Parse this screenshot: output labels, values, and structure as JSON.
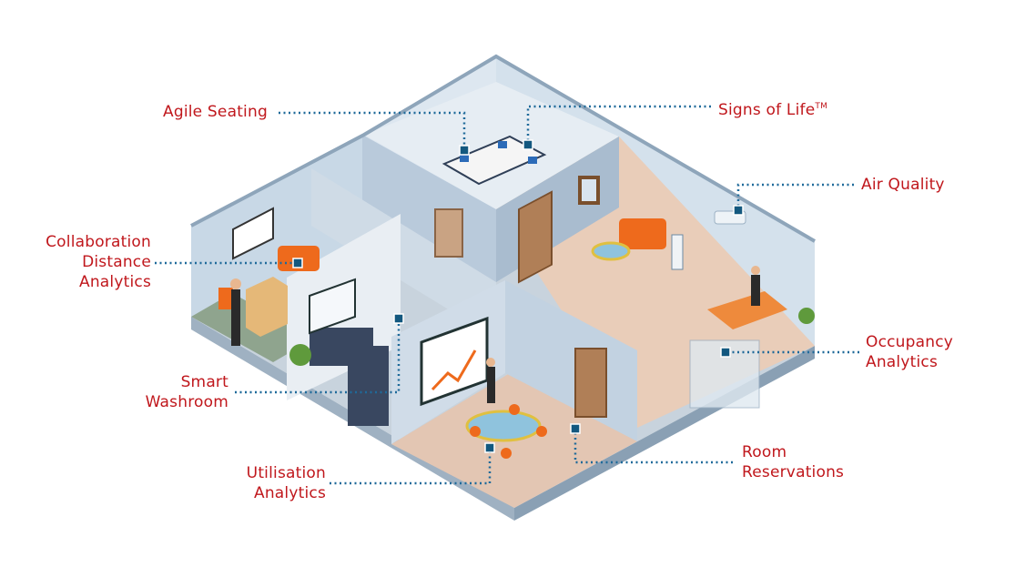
{
  "labels": {
    "agile_seating": "Agile Seating",
    "signs_of_life": "Signs of Life",
    "signs_of_life_mark": "TM",
    "air_quality": "Air Quality",
    "collaboration": [
      "Collaboration",
      "Distance",
      "Analytics"
    ],
    "occupancy": [
      "Occupancy",
      "Analytics"
    ],
    "smart_washroom": [
      "Smart",
      "Washroom"
    ],
    "room_reservations": [
      "Room",
      "Reservations"
    ],
    "utilisation": [
      "Utilisation",
      "Analytics"
    ]
  },
  "colors": {
    "label_text": "#c0171c",
    "connector": "#1f6a9a",
    "sensor": "#13587f",
    "wall": "#b7c8d8",
    "wall_light": "#d7e2ec",
    "floor": "#e8cbb8",
    "accent_orange": "#ee6a1c"
  }
}
